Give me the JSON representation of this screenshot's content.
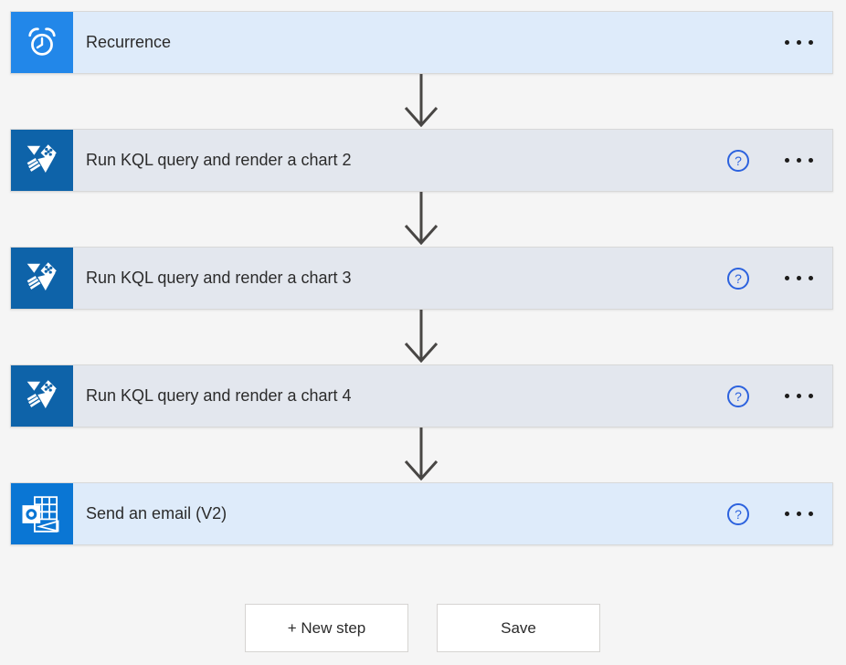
{
  "workflow": {
    "help_label": "?",
    "steps": [
      {
        "title": "Recurrence",
        "icon": "alarm-clock-icon",
        "kind": "trigger",
        "has_help": false
      },
      {
        "title": "Run KQL query and render a chart 2",
        "icon": "azure-data-explorer-icon",
        "kind": "action",
        "has_help": true
      },
      {
        "title": "Run KQL query and render a chart 3",
        "icon": "azure-data-explorer-icon",
        "kind": "action",
        "has_help": true
      },
      {
        "title": "Run KQL query and render a chart 4",
        "icon": "azure-data-explorer-icon",
        "kind": "action",
        "has_help": true
      },
      {
        "title": "Send an email (V2)",
        "icon": "outlook-icon",
        "kind": "action",
        "has_help": true
      }
    ]
  },
  "footer": {
    "new_step_label": "+ New step",
    "save_label": "Save"
  },
  "colors": {
    "page-bg": "#f5f5f5",
    "trigger-card-bg": "#deebfa",
    "action-card-bg": "#e3e7ee",
    "card-border": "#d8d8d8",
    "recurrence-icon-bg": "#2287e9",
    "kusto-icon-bg": "#0e63a9",
    "outlook-icon-bg": "#0a76d4",
    "help-blue": "#2c62de",
    "arrow-color": "#484644",
    "text-color": "#2b2b2b",
    "dot-color": "#1d1c1b",
    "button-border": "#d6d4d2",
    "button-bg": "#ffffff"
  }
}
